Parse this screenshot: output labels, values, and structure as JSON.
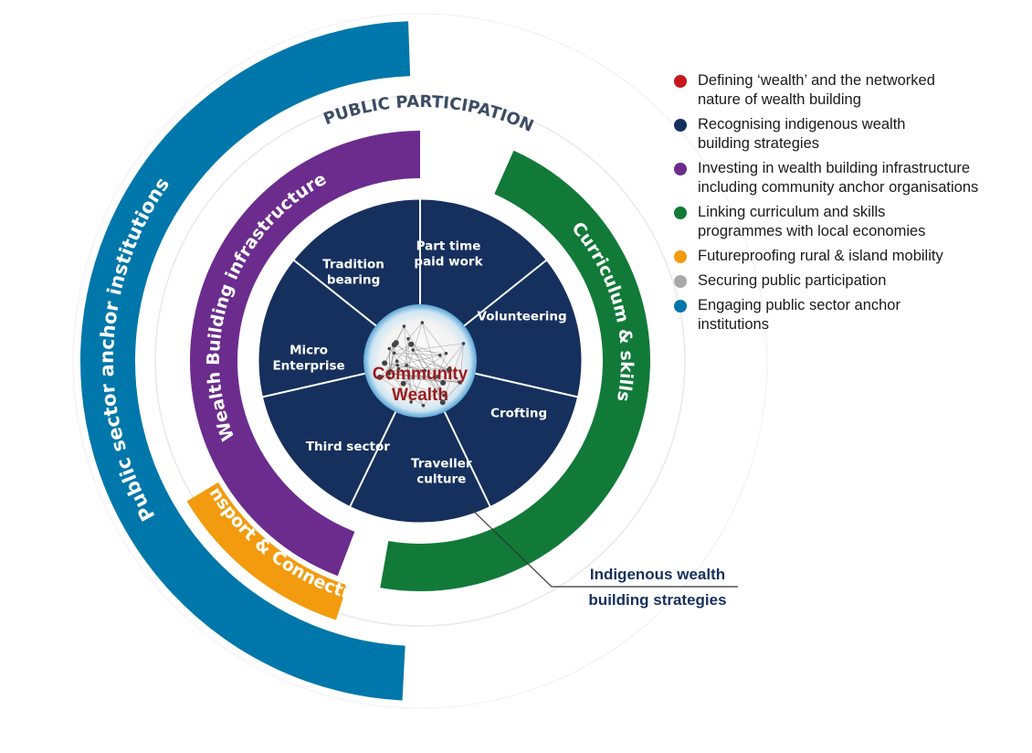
{
  "colors": {
    "public_sector": "#0077AA",
    "transport": "#F39B0E",
    "wealth_building": "#6B2C8E",
    "curriculum": "#117A38",
    "indigenous": "#16305E",
    "defining_wealth": "#C8161D",
    "participation": "#A8A8A8",
    "core_text": "#9B1B1E"
  },
  "rings": {
    "public_sector": "Public sector  anchor institutions",
    "public_participation": "PUBLIC PARTICIPATION",
    "wealth_building": "Wealth Building infrastructure",
    "curriculum": "Curriculum  & skills",
    "transport": "Transport & Connectivity"
  },
  "core": {
    "line1": "Community",
    "line2": "Wealth"
  },
  "segments": [
    {
      "line1": "Part time",
      "line2": "paid work"
    },
    {
      "line1": "Volunteering",
      "line2": ""
    },
    {
      "line1": "Crofting",
      "line2": ""
    },
    {
      "line1": "Traveller",
      "line2": "culture"
    },
    {
      "line1": "Third sector",
      "line2": ""
    },
    {
      "line1": "Micro",
      "line2": "Enterprise"
    },
    {
      "line1": "Tradition",
      "line2": "bearing"
    }
  ],
  "callout": {
    "line1": "Indigenous wealth",
    "line2": "building strategies"
  },
  "legend": [
    {
      "color_key": "defining_wealth",
      "line1": "Defining ‘wealth’ and the networked",
      "line2": "nature of wealth building"
    },
    {
      "color_key": "indigenous",
      "line1": "Recognising indigenous wealth",
      "line2": " building strategies"
    },
    {
      "color_key": "wealth_building",
      "line1": "Investing in wealth building infrastructure",
      "line2": "including community anchor organisations"
    },
    {
      "color_key": "curriculum",
      "line1": "Linking curriculum and skills",
      "line2": "programmes with local economies"
    },
    {
      "color_key": "transport",
      "line1": "Futureproofing rural & island mobility",
      "line2": ""
    },
    {
      "color_key": "participation",
      "line1": "Securing public participation",
      "line2": ""
    },
    {
      "color_key": "public_sector",
      "line1": "Engaging public sector anchor",
      "line2": "institutions"
    }
  ]
}
